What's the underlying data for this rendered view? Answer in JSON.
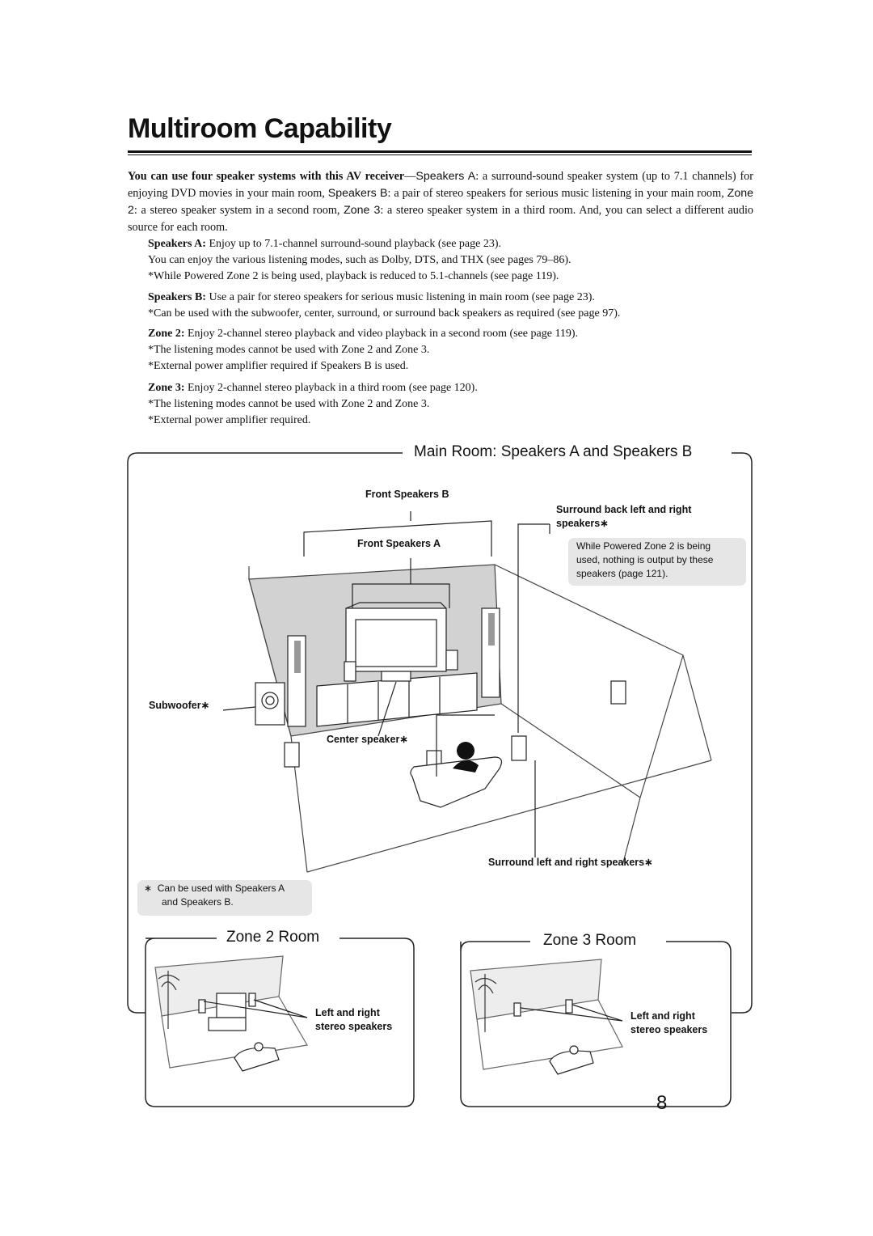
{
  "title": "Multiroom Capability",
  "intro": {
    "bold": "You can use four speaker systems with this AV receiver",
    "dash": "—",
    "sa_label": "Speakers A",
    "sa_text": ": a surround-sound speaker system (up to 7.1 channels) for enjoying DVD movies in your main room, ",
    "sb_label": "Speakers B",
    "sb_text": ": a pair of stereo speakers for serious music listening in your main room, ",
    "z2_label": "Zone 2",
    "z2_text": ": a stereo speaker system in a second room, ",
    "z3_label": "Zone 3",
    "z3_text": ": a stereo speaker system in a third room. And, you can select a different audio source for each room."
  },
  "speakers_a": {
    "label": "Speakers A:",
    "line1": " Enjoy up to 7.1-channel surround-sound playback (see page 23).",
    "line2": "You can enjoy the various listening modes, such as Dolby, DTS, and THX (see pages 79–86).",
    "line3": "*While Powered Zone 2 is being used, playback is reduced to 5.1-channels (see page 119)."
  },
  "speakers_b": {
    "label": "Speakers B:",
    "line1": " Use a pair for stereo speakers for serious music listening in main room (see page 23).",
    "line2": "*Can be used with the subwoofer, center, surround, or surround back speakers as required (see page 97)."
  },
  "zone2": {
    "label": "Zone 2:",
    "line1": " Enjoy 2-channel stereo playback and video playback in a second room (see page 119).",
    "line2": "*The listening modes cannot be used with Zone 2 and Zone 3.",
    "line3": "*External power amplifier required if Speakers B is used."
  },
  "zone3": {
    "label": "Zone 3:",
    "line1": " Enjoy 2-channel stereo playback in a third room (see page 120).",
    "line2": "*The listening modes cannot be used with Zone 2 and Zone 3.",
    "line3": "*External power amplifier required."
  },
  "main_room": {
    "heading": "Main Room: Speakers A and Speakers B",
    "front_b": "Front Speakers B",
    "front_a": "Front Speakers A",
    "surround_back_1": "Surround back left and right",
    "surround_back_2": "speakers",
    "note_1": "While Powered Zone 2 is being",
    "note_2": "used, nothing is output by these",
    "note_3": "speakers (page 121).",
    "subwoofer": "Subwoofer",
    "center": "Center speaker",
    "surround": "Surround left and right speakers",
    "asterisk": "∗",
    "footnote_1": "Can be used with Speakers A",
    "footnote_2": "and Speakers B."
  },
  "zone2_room": {
    "heading": "Zone 2 Room",
    "label_1": "Left and right",
    "label_2": "stereo speakers"
  },
  "zone3_room": {
    "heading": "Zone 3 Room",
    "label_1": "Left and right",
    "label_2": "stereo speakers"
  },
  "page_number": "8"
}
